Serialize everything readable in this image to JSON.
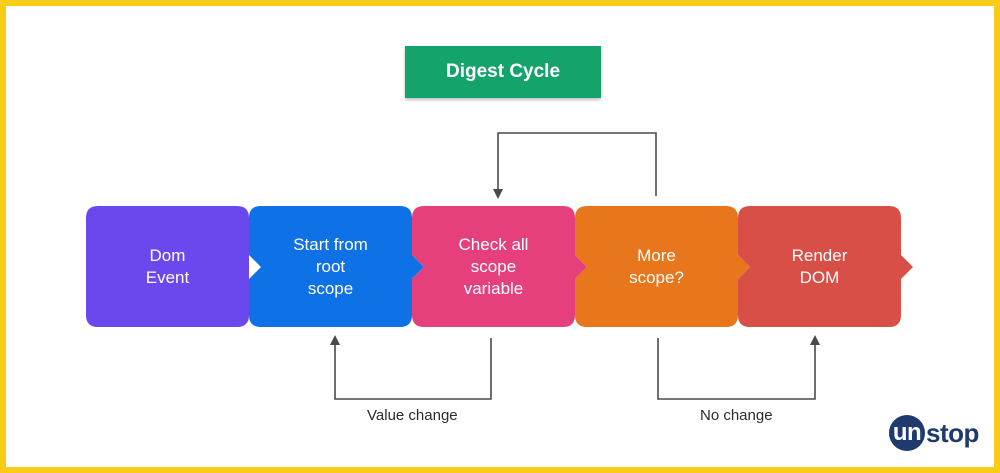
{
  "title": "Digest Cycle",
  "steps": [
    {
      "id": "dom-event",
      "label": "Dom\nEvent",
      "color": "#6b47ee"
    },
    {
      "id": "start-root",
      "label": "Start from\nroot\nscope",
      "color": "#0e71e6"
    },
    {
      "id": "check-scope",
      "label": "Check all\nscope\nvariable",
      "color": "#e5407b"
    },
    {
      "id": "more-scope",
      "label": "More\nscope?",
      "color": "#e8761c"
    },
    {
      "id": "render-dom",
      "label": "Render\nDOM",
      "color": "#d84f48"
    }
  ],
  "edges": {
    "value_change": "Value change",
    "no_change": "No change"
  },
  "logo": {
    "badge": "un",
    "rest": "stop"
  },
  "colors": {
    "frame": "#f9cd17",
    "title_bg": "#14a36b",
    "connector": "#4a4a4a"
  }
}
